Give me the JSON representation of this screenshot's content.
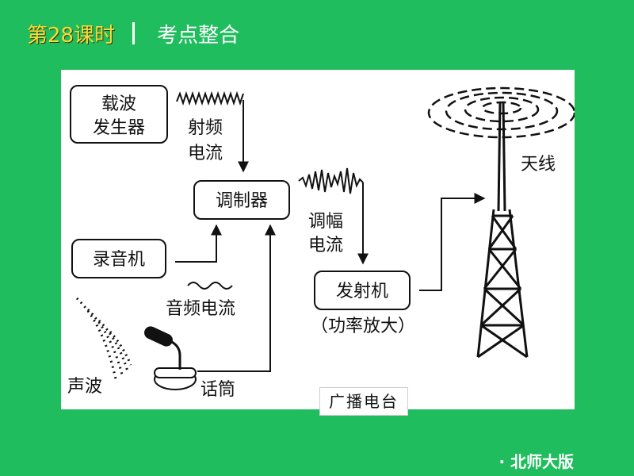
{
  "header": {
    "lesson": "第28课时",
    "topic": "考点整合"
  },
  "diagram": {
    "carrier_generator": [
      "载波",
      "发生器"
    ],
    "rf_current": [
      "射频",
      "电流"
    ],
    "modulator": "调制器",
    "modulated_current": [
      "调幅",
      "电流"
    ],
    "recorder": "录音机",
    "audio_current": "音频电流",
    "transmitter": "发射机",
    "amplify_note": "（功率放大）",
    "antenna": "天线",
    "sound_wave": "声波",
    "microphone": "话筒",
    "caption": "广播电台"
  },
  "footer": {
    "publisher": "· 北师大版"
  }
}
